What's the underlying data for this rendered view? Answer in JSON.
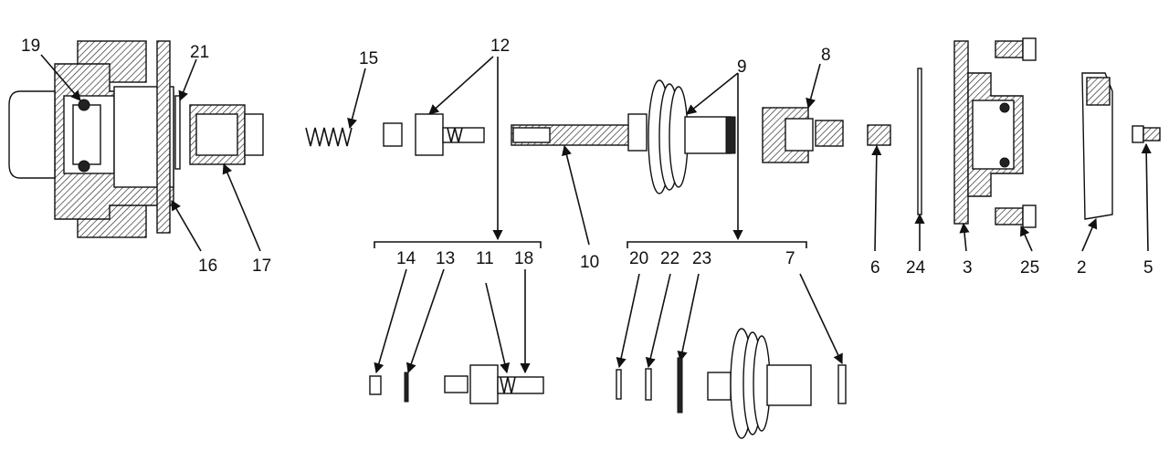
{
  "labels": {
    "l19": "19",
    "l21": "21",
    "l16": "16",
    "l17": "17",
    "l15": "15",
    "l12": "12",
    "l10": "10",
    "l9": "9",
    "l8": "8",
    "l6": "6",
    "l24": "24",
    "l3": "3",
    "l25": "25",
    "l2": "2",
    "l5": "5",
    "l14": "14",
    "l13": "13",
    "l11": "11",
    "l18": "18",
    "l20": "20",
    "l22": "22",
    "l23": "23",
    "l7": "7"
  },
  "colors": {
    "ink": "#111111",
    "background": "#ffffff"
  }
}
